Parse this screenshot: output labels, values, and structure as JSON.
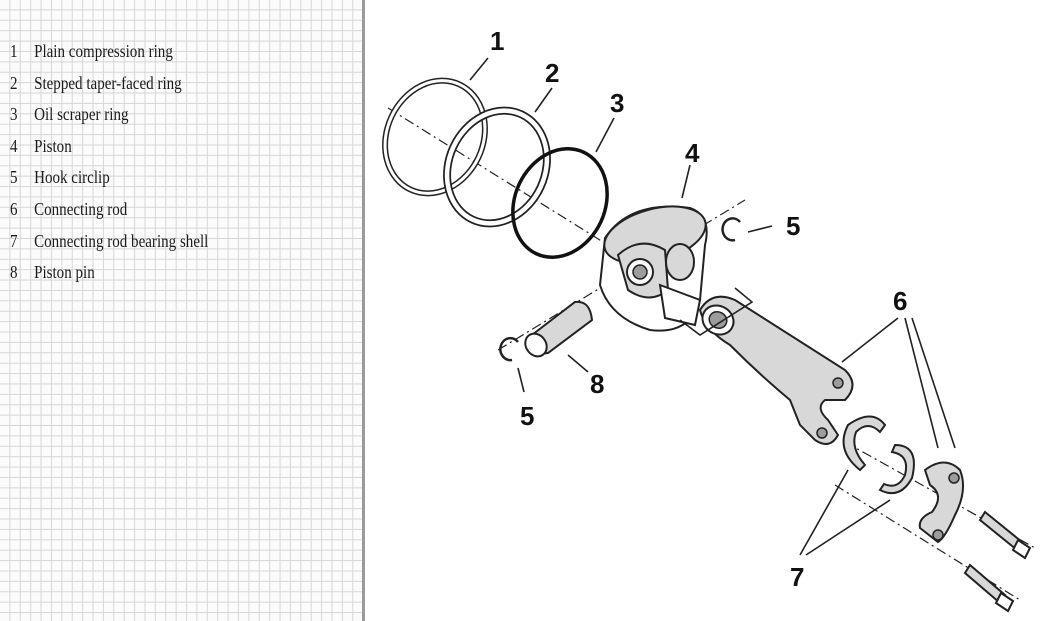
{
  "legend": {
    "items": [
      {
        "num": "1",
        "label": "Plain compression ring"
      },
      {
        "num": "2",
        "label": "Stepped taper-faced ring"
      },
      {
        "num": "3",
        "label": "Oil scraper ring"
      },
      {
        "num": "4",
        "label": "Piston"
      },
      {
        "num": "5",
        "label": "Hook circlip"
      },
      {
        "num": "6",
        "label": "Connecting rod"
      },
      {
        "num": "7",
        "label": "Connecting rod bearing shell"
      },
      {
        "num": "8",
        "label": "Piston pin"
      }
    ]
  },
  "callouts": {
    "c1": "1",
    "c2": "2",
    "c3": "3",
    "c4": "4",
    "c5_right": "5",
    "c5_left": "5",
    "c6": "6",
    "c7": "7",
    "c8": "8"
  }
}
